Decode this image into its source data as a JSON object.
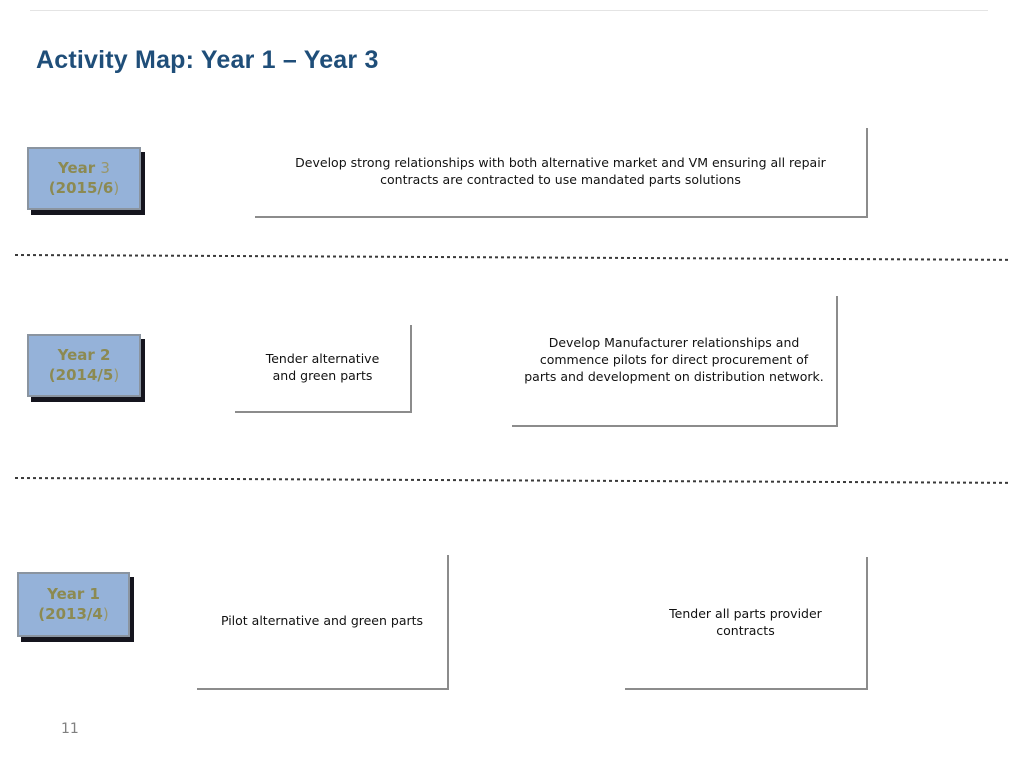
{
  "slide": {
    "title": "Activity Map: Year 1 – Year 3",
    "page_number": "11"
  },
  "colors": {
    "title_text": "#1F4E79",
    "year_box_fill": "#95B2D9",
    "year_box_text": "#8C8A52",
    "year_box_border": "#8A94A0",
    "year_box_shadow": "#15151E",
    "activity_box_border": "#8C8C8C",
    "dashed_divider": "#3A3A3A",
    "page_number_text": "#808080"
  },
  "rows": [
    {
      "year_box": {
        "line1_bold": "Year ",
        "line1_rest": "3",
        "line2_bold": "(2015/6",
        "line2_rest": ")"
      },
      "activities": [
        "Develop strong relationships with both alternative market and VM ensuring all repair contracts are contracted to use mandated parts solutions"
      ]
    },
    {
      "year_box": {
        "line1_bold": "Year 2",
        "line1_rest": "",
        "line2_bold": "(2014/5",
        "line2_rest": ")"
      },
      "activities": [
        "Tender alternative and green parts",
        "Develop Manufacturer relationships and commence pilots  for direct procurement of parts and development on distribution network."
      ]
    },
    {
      "year_box": {
        "line1_bold": "Year 1",
        "line1_rest": "",
        "line2_bold": "(2013/4",
        "line2_rest": ")"
      },
      "activities": [
        "Pilot alternative and green parts",
        "Tender all parts provider contracts"
      ]
    }
  ]
}
